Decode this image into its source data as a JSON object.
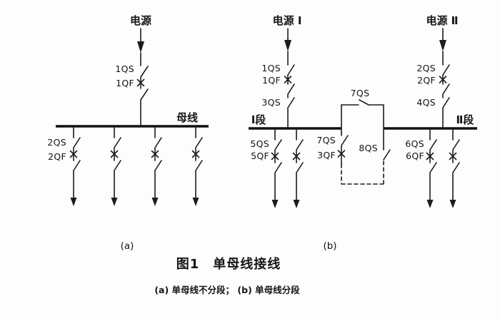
{
  "figure": {
    "title": "图1　单母线接线",
    "subcaption": "(a) 单母线不分段； (b) 单母线分段",
    "diagram_a": {
      "caption": "(a)",
      "source": "电源",
      "bus": "母线",
      "device_labels": {
        "qs1": "1QS",
        "qf1": "1QF",
        "qs2": "2QS",
        "qf2": "2QF"
      }
    },
    "diagram_b": {
      "caption": "(b)",
      "source_1": "电源 Ⅰ",
      "source_2": "电源 Ⅱ",
      "bus_1": "Ⅰ段",
      "bus_2": "Ⅱ段",
      "device_labels": {
        "qs1": "1QS",
        "qf1": "1QF",
        "qs3": "3QS",
        "qs2": "2QS",
        "qf2": "2QF",
        "qs4": "4QS",
        "qs5": "5QS",
        "qf5": "5QF",
        "qs6": "6QS",
        "qf6": "6QF",
        "qs7_bypass": "7QS",
        "qs7": "7QS",
        "qf3": "3QF",
        "qs8": "8QS"
      }
    }
  }
}
